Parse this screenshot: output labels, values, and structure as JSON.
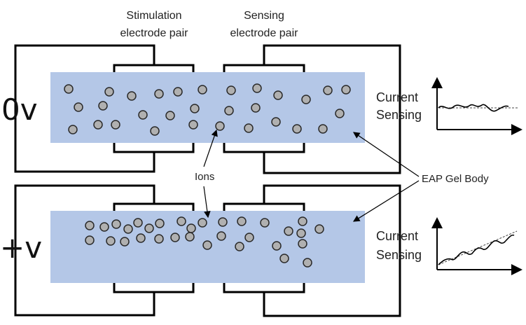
{
  "labels": {
    "stimulation_line1": "Stimulation",
    "stimulation_line2": "electrode pair",
    "sensing_line1": "Sensing",
    "sensing_line2": "electrode pair",
    "ions": "Ions",
    "gel_body": "EAP Gel Body"
  },
  "panels": [
    {
      "voltage": "0v",
      "sense_line1": "Current",
      "sense_line2": "Sensing",
      "signal": "flat"
    },
    {
      "voltage": "+v",
      "sense_line1": "Current",
      "sense_line2": "Sensing",
      "signal": "rising"
    }
  ],
  "colors": {
    "gel": "#b4c7e7",
    "ion_fill": "#b0b0b0",
    "ion_stroke": "#2a2a2a",
    "wire": "#000000"
  }
}
